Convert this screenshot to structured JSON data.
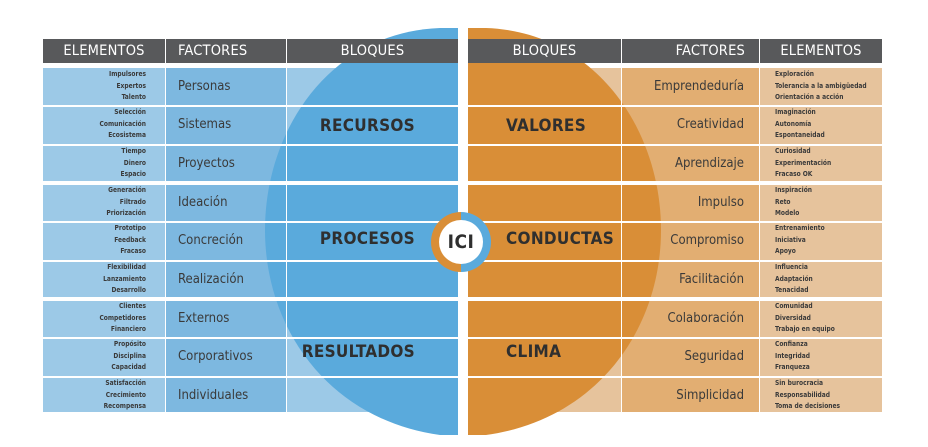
{
  "headers": {
    "left_elementos": "ELEMENTOS",
    "left_factores": "FACTORES",
    "left_bloques": "BLOQUES",
    "right_bloques": "BLOQUES",
    "right_factores": "FACTORES",
    "right_elementos": "ELEMENTOS"
  },
  "center": {
    "label": "ICI"
  },
  "colors": {
    "left_light": "#9cc9e7",
    "left_mid": "#7db8e0",
    "left_dark": "#5aaadc",
    "right_light": "#e6c39c",
    "right_mid": "#e2ae72",
    "right_dark": "#d98e37",
    "header_bg": "#58595b"
  },
  "left": {
    "groups": [
      {
        "block": "RECURSOS",
        "factors": [
          {
            "name": "Personas",
            "elements": [
              "Impulsores",
              "Expertos",
              "Talento"
            ]
          },
          {
            "name": "Sistemas",
            "elements": [
              "Selección",
              "Comunicación",
              "Ecosistema"
            ]
          },
          {
            "name": "Proyectos",
            "elements": [
              "Tiempo",
              "Dinero",
              "Espacio"
            ]
          }
        ]
      },
      {
        "block": "PROCESOS",
        "factors": [
          {
            "name": "Ideación",
            "elements": [
              "Generación",
              "Filtrado",
              "Priorización"
            ]
          },
          {
            "name": "Concreción",
            "elements": [
              "Prototipo",
              "Feedback",
              "Fracaso"
            ]
          },
          {
            "name": "Realización",
            "elements": [
              "Flexibilidad",
              "Lanzamiento",
              "Desarrollo"
            ]
          }
        ]
      },
      {
        "block": "RESULTADOS",
        "factors": [
          {
            "name": "Externos",
            "elements": [
              "Clientes",
              "Competidores",
              "Financiero"
            ]
          },
          {
            "name": "Corporativos",
            "elements": [
              "Propósito",
              "Disciplina",
              "Capacidad"
            ]
          },
          {
            "name": "Individuales",
            "elements": [
              "Satisfacción",
              "Crecimiento",
              "Recompensa"
            ]
          }
        ]
      }
    ]
  },
  "right": {
    "groups": [
      {
        "block": "VALORES",
        "factors": [
          {
            "name": "Emprendeduría",
            "elements": [
              "Exploración",
              "Tolerancia a la ambigüedad",
              "Orientación a acción"
            ]
          },
          {
            "name": "Creatividad",
            "elements": [
              "Imaginación",
              "Autonomía",
              "Espontaneidad"
            ]
          },
          {
            "name": "Aprendizaje",
            "elements": [
              "Curiosidad",
              "Experimentación",
              "Fracaso OK"
            ]
          }
        ]
      },
      {
        "block": "CONDUCTAS",
        "factors": [
          {
            "name": "Impulso",
            "elements": [
              "Inspiración",
              "Reto",
              "Modelo"
            ]
          },
          {
            "name": "Compromiso",
            "elements": [
              "Entrenamiento",
              "Iniciativa",
              "Apoyo"
            ]
          },
          {
            "name": "Facilitación",
            "elements": [
              "Influencia",
              "Adaptación",
              "Tenacidad"
            ]
          }
        ]
      },
      {
        "block": "CLIMA",
        "factors": [
          {
            "name": "Colaboración",
            "elements": [
              "Comunidad",
              "Diversidad",
              "Trabajo en equipo"
            ]
          },
          {
            "name": "Seguridad",
            "elements": [
              "Confianza",
              "Integridad",
              "Franqueza"
            ]
          },
          {
            "name": "Simplicidad",
            "elements": [
              "Sin burocracia",
              "Responsabilidad",
              "Toma de decisiones"
            ]
          }
        ]
      }
    ]
  }
}
